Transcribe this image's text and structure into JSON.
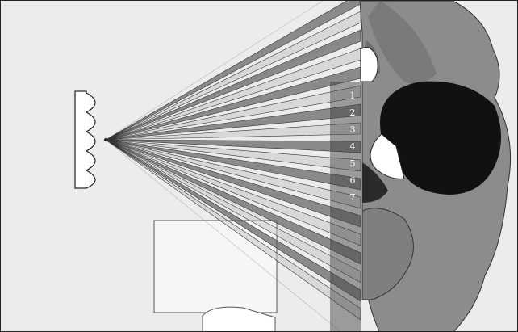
{
  "zones": [
    {
      "label": "1"
    },
    {
      "label": "2"
    },
    {
      "label": "3"
    },
    {
      "label": "4"
    },
    {
      "label": "5"
    },
    {
      "label": "6"
    },
    {
      "label": "7"
    }
  ],
  "colors": {
    "background": "#ececec",
    "beam_dark": "#6a6a6a",
    "beam_light": "#c8c8c8",
    "person_jacket": "#8c8c8c",
    "person_hair": "#111111",
    "sensor_body": "#ffffff",
    "outline": "#222222"
  }
}
